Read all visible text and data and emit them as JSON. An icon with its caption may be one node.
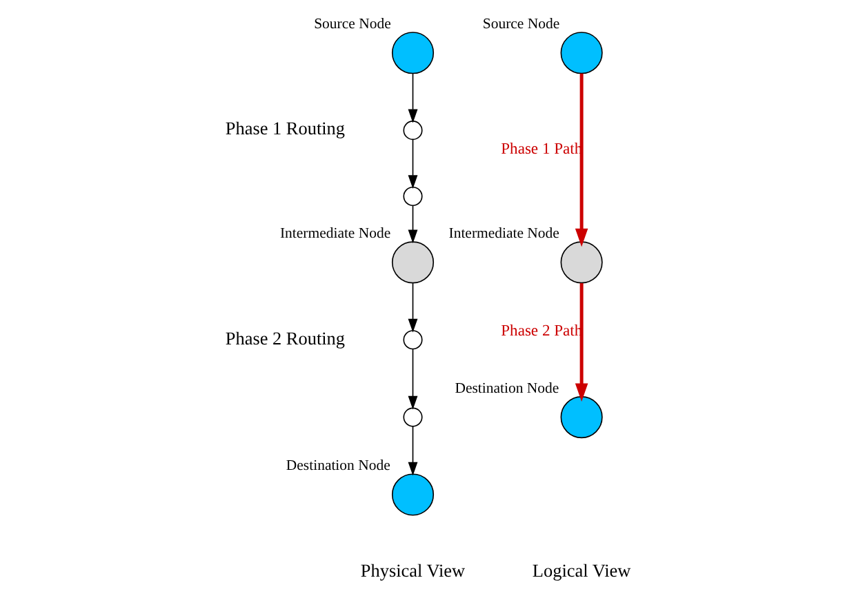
{
  "diagram": {
    "nodes": [
      {
        "text": [],
        "shape": "circle",
        "beside": [
          "Source Node"
        ]
      },
      {
        "text": [],
        "shape": "circle"
      },
      {
        "text": [],
        "shape": "circle"
      },
      {
        "text": [],
        "shape": "circle",
        "beside": [
          "Intermediate Node"
        ]
      },
      {
        "text": [],
        "shape": "circle"
      },
      {
        "text": [],
        "shape": "circle"
      },
      {
        "text": [],
        "shape": "circle",
        "beside": [
          "Destination Node"
        ]
      },
      {
        "text": [],
        "shape": "circle",
        "beside": [
          "Source Node"
        ]
      },
      {
        "text": [],
        "shape": "circle",
        "beside": [
          "Intermediate Node"
        ]
      },
      {
        "text": [],
        "shape": "circle",
        "beside": [
          "Destination Node"
        ]
      }
    ],
    "edges": [
      {
        "from": 0,
        "to": 1,
        "arrow": "to"
      },
      {
        "from": 1,
        "to": 2,
        "arrow": "to"
      },
      {
        "from": 2,
        "to": 3,
        "arrow": "to"
      },
      {
        "from": 3,
        "to": 4,
        "arrow": "to"
      },
      {
        "from": 4,
        "to": 5,
        "arrow": "to"
      },
      {
        "from": 5,
        "to": 6,
        "arrow": "to"
      },
      {
        "from": 7,
        "to": 8,
        "arrow": "to",
        "label": "Phase 1 Path",
        "style": "thick",
        "color": "#cc0000"
      },
      {
        "from": 8,
        "to": 9,
        "arrow": "to",
        "label": "Phase 2 Path",
        "style": "thick",
        "color": "#cc0000"
      }
    ],
    "labels": [
      "Phase 1 Routing",
      "Phase 2 Routing",
      "Physical View",
      "Logical View"
    ]
  }
}
